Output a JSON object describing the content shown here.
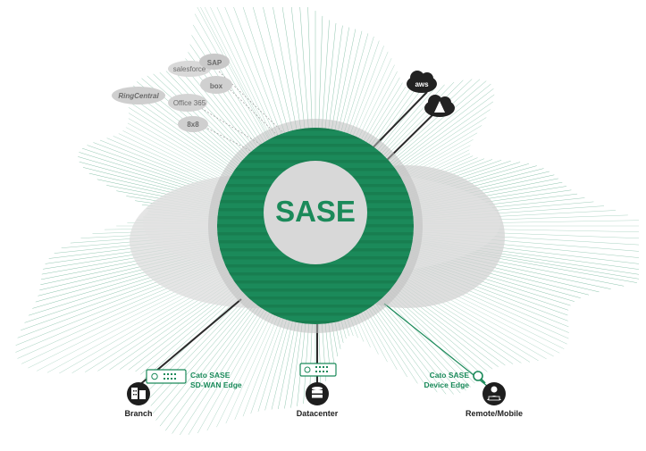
{
  "center_label": "SASE",
  "saas_clouds": [
    {
      "text": "salesforce"
    },
    {
      "text": "SAP"
    },
    {
      "text": "box"
    },
    {
      "text": "RingCentral"
    },
    {
      "text": "Office 365"
    },
    {
      "text": "8x8"
    }
  ],
  "iaas_clouds": [
    {
      "text": "aws",
      "icon": "aws-icon"
    },
    {
      "text": "",
      "icon": "azure-icon"
    }
  ],
  "edge_labels": {
    "sdwan": [
      "Cato SASE",
      "SD-WAN Edge"
    ],
    "device": [
      "Cato SASE",
      "Device Edge"
    ]
  },
  "endpoints": {
    "branch": "Branch",
    "datacenter": "Datacenter",
    "remote": "Remote/Mobile"
  },
  "colors": {
    "green": "#1b8a5a",
    "green_dark": "#157548",
    "grey_blob": "#d9d9d9",
    "ray": "#2f8f6a"
  }
}
